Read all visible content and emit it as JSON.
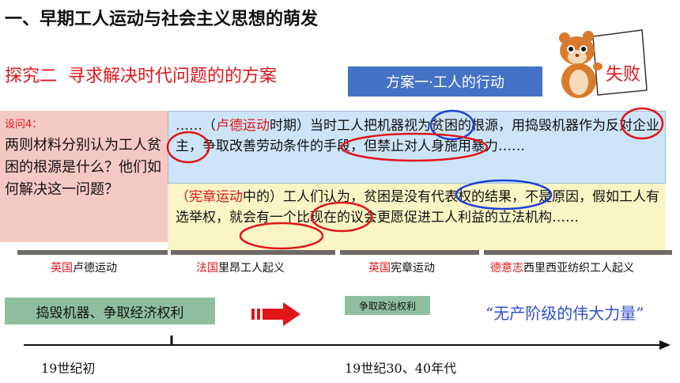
{
  "title": "一、早期工人运动与社会主义思想的萌发",
  "subtitle": {
    "part1": "探究二",
    "part2": "寻求解决时代问题的的方案"
  },
  "plan_label": "方案一·工人的行动",
  "fail_label": "失败",
  "question": {
    "label": "设问4：",
    "text": "两则材料分别认为工人贫困的根源是什么？他们如何解决这一问题？"
  },
  "material1": {
    "prefix": "……（",
    "red": "卢德运动",
    "suffix": "时期）当时工人把机器视为贫困的根源，用捣毁机器作为反对企业主，争取改善劳动条件的手段，但禁止对人身施用暴力……"
  },
  "material2": {
    "prefix": "（",
    "red": "宪章运动",
    "suffix": "中的）工人们认为，贫困是没有代表权的结果，不是原因，假如工人有选举权，就会有一个比现在的议会更愿促进工人利益的立法机构……"
  },
  "captions": [
    {
      "red": "英国",
      "text": "卢德运动"
    },
    {
      "red": "法国",
      "text": "里昂工人起义"
    },
    {
      "red": "英国",
      "text": "宪章运动"
    },
    {
      "red": "德意志",
      "text": "西里西亚纺织工人起义"
    }
  ],
  "green_left": "捣毁机器、争取经济权利",
  "green_right": "争取政治权利",
  "power_quote": "“无产阶级的伟大力量”",
  "timeline": {
    "left": "19世纪初",
    "right": "19世纪30、40年代"
  },
  "colors": {
    "accent_red": "#e0161b",
    "plan_blue": "#4472c4",
    "green": "#8fbf9e",
    "circle_blue": "#1f3fd6"
  },
  "icons": {
    "hamster": "hamster-holding-sign-icon",
    "arrow": "right-arrow-icon"
  }
}
